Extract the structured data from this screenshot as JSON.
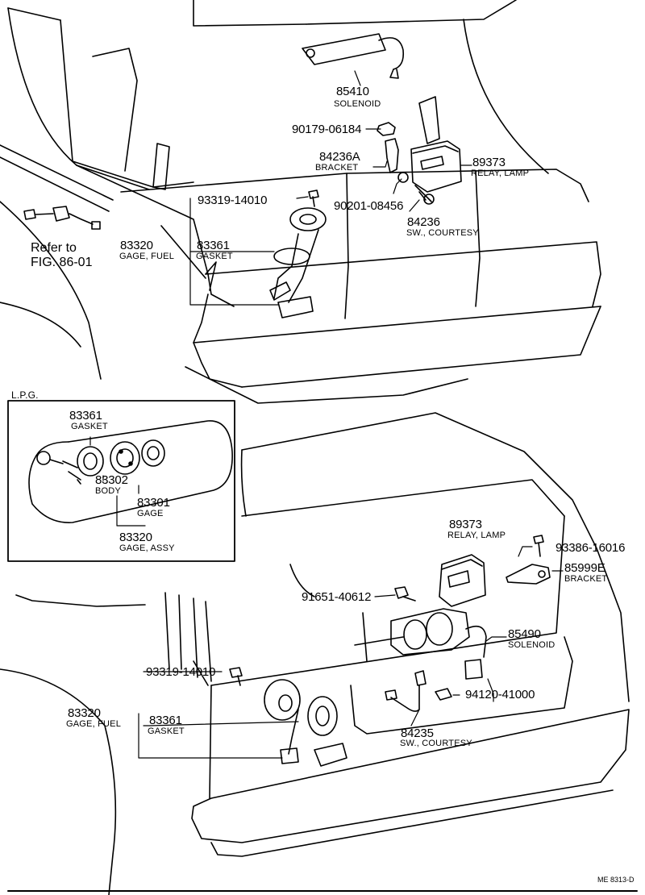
{
  "diagram": {
    "top": {
      "solenoid": {
        "part_no": "85410",
        "name": "SOLENOID"
      },
      "nut": {
        "part_no": "90179-06184"
      },
      "bracket": {
        "part_no": "84236A",
        "name": "BRACKET"
      },
      "relay": {
        "part_no": "89373",
        "name": "RELAY, LAMP"
      },
      "screw": {
        "part_no": "93319-14010"
      },
      "washer": {
        "part_no": "90201-08456"
      },
      "switch": {
        "part_no": "84236",
        "name": "SW., COURTESY"
      },
      "refer": {
        "line1": "Refer to",
        "line2": "FIG. 86-01"
      },
      "gage": {
        "part_no": "83320",
        "name": "GAGE, FUEL"
      },
      "gasket": {
        "part_no": "83361",
        "name": "GASKET"
      }
    },
    "lpg": {
      "title": "L.P.G.",
      "gasket": {
        "part_no": "83361",
        "name": "GASKET"
      },
      "body": {
        "part_no": "83302",
        "name": "BODY"
      },
      "gage": {
        "part_no": "83301",
        "name": "GAGE"
      },
      "gage_assy": {
        "part_no": "83320",
        "name": "GAGE, ASSY"
      }
    },
    "bottom": {
      "relay": {
        "part_no": "89373",
        "name": "RELAY, LAMP"
      },
      "screw_a": {
        "part_no": "93386-16016"
      },
      "bracket": {
        "part_no": "85999E",
        "name": "BRACKET"
      },
      "bolt": {
        "part_no": "91651-40612"
      },
      "solenoid": {
        "part_no": "85490",
        "name": "SOLENOID"
      },
      "screw_b": {
        "part_no": "93319-14010"
      },
      "nut": {
        "part_no": "94120-41000"
      },
      "gage": {
        "part_no": "83320",
        "name": "GAGE, FUEL"
      },
      "gasket": {
        "part_no": "83361",
        "name": "GASKET"
      },
      "switch": {
        "part_no": "84235",
        "name": "SW., COURTESY"
      }
    },
    "code": "ME 8313-D"
  }
}
